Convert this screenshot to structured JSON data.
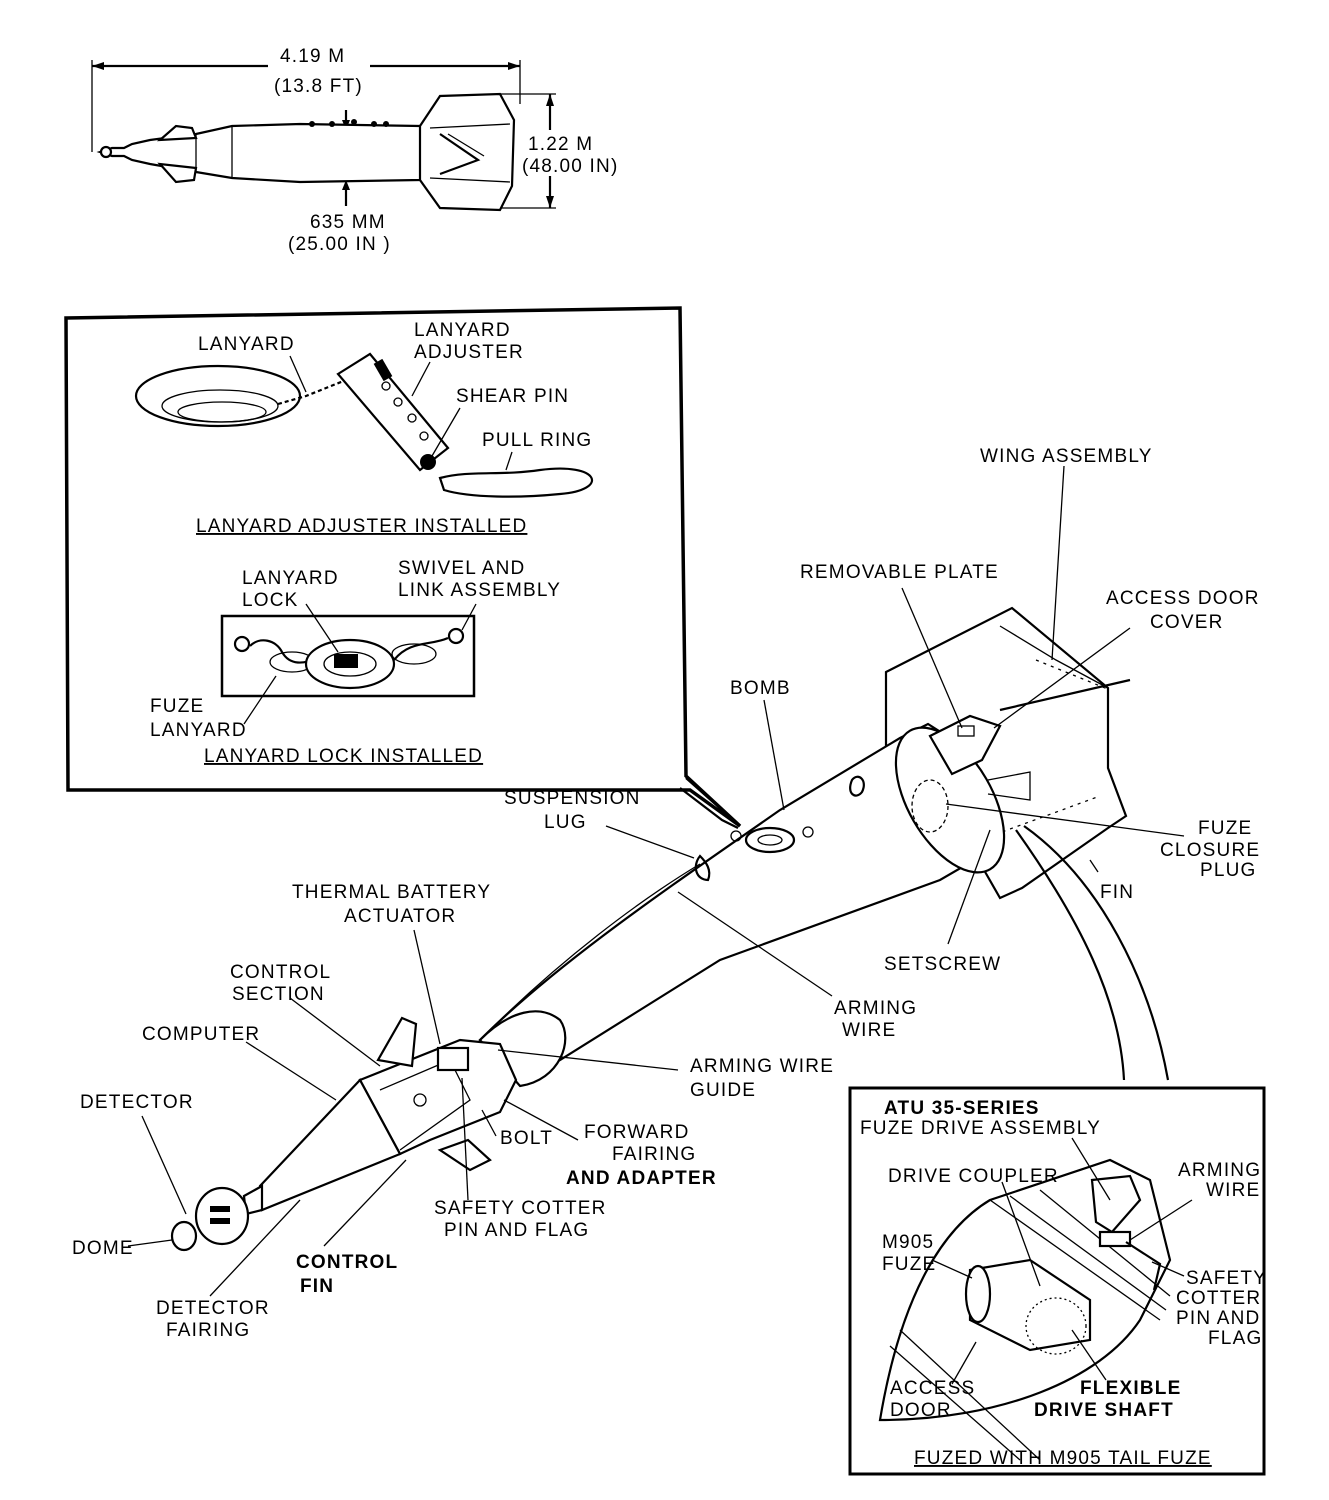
{
  "overview": {
    "length_m": "4.19 M",
    "length_ft": "(13.8 FT)",
    "span_m": "1.22 M",
    "span_in": "(48.00 IN)",
    "diameter_mm": "635 MM",
    "diameter_in": "(25.00 IN )"
  },
  "inset_lanyard": {
    "lanyard": "LANYARD",
    "lanyard_adjuster_1": "LANYARD",
    "lanyard_adjuster_2": "ADJUSTER",
    "shear_pin": "SHEAR PIN",
    "pull_ring": "PULL RING",
    "caption_adjuster": "LANYARD ADJUSTER INSTALLED",
    "lanyard_lock_1": "LANYARD",
    "lanyard_lock_2": "LOCK",
    "swivel_1": "SWIVEL AND",
    "swivel_2": "LINK ASSEMBLY",
    "fuze_lanyard_1": "FUZE",
    "fuze_lanyard_2": "LANYARD",
    "caption_lock": "LANYARD LOCK INSTALLED"
  },
  "main_labels": {
    "wing_assembly": "WING ASSEMBLY",
    "removable_plate": "REMOVABLE PLATE",
    "access_door_cover_1": "ACCESS DOOR",
    "access_door_cover_2": "COVER",
    "bomb": "BOMB",
    "suspension_lug_1": "SUSPENSION",
    "suspension_lug_2": "LUG",
    "fuze_closure_plug_1": "FUZE",
    "fuze_closure_plug_2": "CLOSURE",
    "fuze_closure_plug_3": "PLUG",
    "fin": "FIN",
    "thermal_battery_1": "THERMAL BATTERY",
    "thermal_battery_2": "ACTUATOR",
    "setscrew": "SETSCREW",
    "control_section_1": "CONTROL",
    "control_section_2": "SECTION",
    "arming_wire_1": "ARMING",
    "arming_wire_2": "WIRE",
    "computer": "COMPUTER",
    "arming_wire_guide_1": "ARMING WIRE",
    "arming_wire_guide_2": "GUIDE",
    "detector": "DETECTOR",
    "bolt": "BOLT",
    "forward_fairing_1": "FORWARD",
    "forward_fairing_2": "FAIRING",
    "forward_fairing_3": "AND ADAPTER",
    "safety_cotter_1": "SAFETY COTTER",
    "safety_cotter_2": "PIN AND FLAG",
    "dome": "DOME",
    "control_fin_1": "CONTROL",
    "control_fin_2": "FIN",
    "detector_fairing_1": "DETECTOR",
    "detector_fairing_2": "FAIRING"
  },
  "inset_fuze": {
    "title_1": "ATU 35-SERIES",
    "title_2": "FUZE DRIVE ASSEMBLY",
    "drive_coupler": "DRIVE COUPLER",
    "arming_wire_1": "ARMING",
    "arming_wire_2": "WIRE",
    "m905_1": "M905",
    "m905_2": "FUZE",
    "safety_1": "SAFETY",
    "safety_2": "COTTER",
    "safety_3": "PIN AND",
    "safety_4": "FLAG",
    "access_door_1": "ACCESS",
    "access_door_2": "DOOR",
    "flexible_1": "FLEXIBLE",
    "flexible_2": "DRIVE SHAFT",
    "caption": "FUZED WITH M905 TAIL FUZE"
  }
}
